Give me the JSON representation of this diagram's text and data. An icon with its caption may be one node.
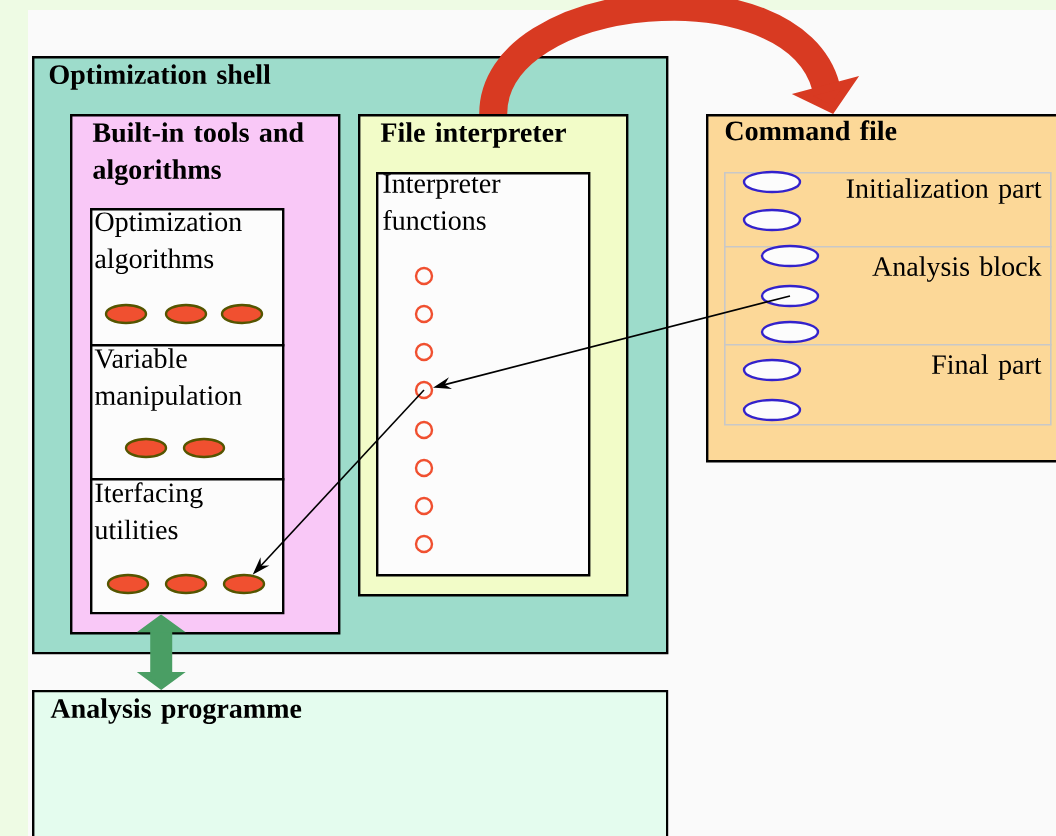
{
  "diagram": {
    "nodes": [
      {
        "text": [
          "Optimization shell"
        ]
      },
      {
        "text": [
          "Built-in tools and algorithms"
        ],
        "in": 0
      },
      {
        "text": [
          "Optimization algorithms"
        ],
        "in": 1
      },
      {
        "text": [
          "Variable manipulation"
        ],
        "in": 1
      },
      {
        "text": [
          "Iterfacing utilities"
        ],
        "in": 1
      },
      {
        "text": [],
        "shape": "ellipse",
        "in": 4
      },
      {
        "text": [
          "File interpreter"
        ],
        "in": 0
      },
      {
        "text": [
          "Interpreter functions"
        ],
        "in": 6
      },
      {
        "text": [],
        "shape": "circle",
        "in": 7
      },
      {
        "text": [
          "Command file"
        ]
      },
      {
        "text": [
          "Initialization part"
        ],
        "in": 9
      },
      {
        "text": [
          "Analysis block"
        ],
        "in": 9
      },
      {
        "text": [],
        "shape": "ellipse",
        "in": 11
      },
      {
        "text": [
          "Final part"
        ],
        "in": 9
      },
      {
        "text": [
          "Analysis programme"
        ]
      }
    ],
    "edges": [
      {
        "from": 6,
        "to": 9,
        "arrow": "to",
        "style": "thick",
        "color": "#d83a22"
      },
      {
        "from": 12,
        "to": 8,
        "arrow": "to"
      },
      {
        "from": 8,
        "to": 5,
        "arrow": "to"
      },
      {
        "from": 4,
        "to": 14,
        "arrow": "both",
        "style": "thick",
        "color": "#4a9e64"
      }
    ]
  }
}
